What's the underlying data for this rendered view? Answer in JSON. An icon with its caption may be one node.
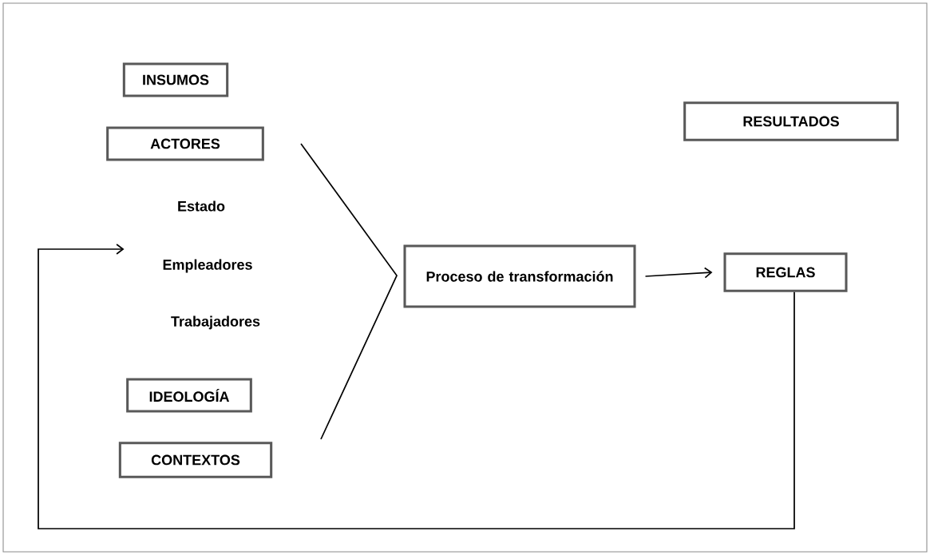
{
  "diagram": {
    "nodes": [
      {
        "text": [
          "INSUMOS"
        ]
      },
      {
        "text": [
          "ACTORES"
        ]
      },
      {
        "text": [
          "Estado"
        ]
      },
      {
        "text": [
          "Empleadores"
        ]
      },
      {
        "text": [
          "Trabajadores"
        ]
      },
      {
        "text": [
          "IDEOLOGÍA"
        ]
      },
      {
        "text": [
          "CONTEXTOS"
        ]
      },
      {
        "text": [
          "Proceso de transformación"
        ]
      },
      {
        "text": [
          "RESULTADOS"
        ]
      },
      {
        "text": [
          "REGLAS"
        ]
      }
    ],
    "edges": [
      {
        "from": 7,
        "to": 9,
        "arrow": "to"
      },
      {
        "from": 9,
        "to": 3,
        "arrow": "to"
      }
    ]
  }
}
